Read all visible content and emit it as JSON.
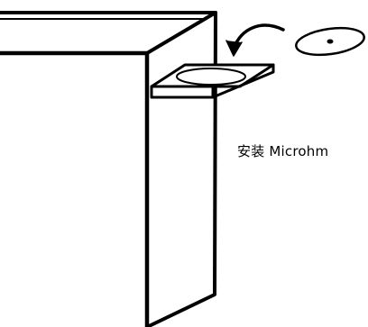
{
  "caption": "安装 Microhm",
  "colors": {
    "stroke": "#000000",
    "background": "#ffffff"
  },
  "icons": [
    "computer-tower",
    "disc-tray",
    "cd-disc",
    "curved-arrow"
  ]
}
